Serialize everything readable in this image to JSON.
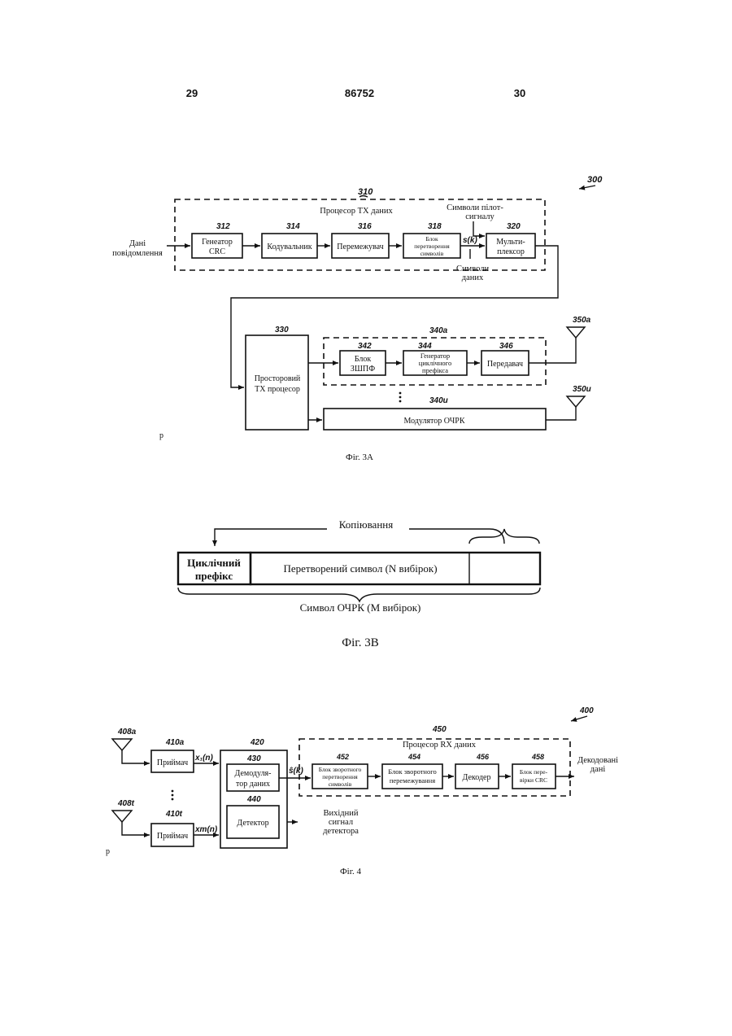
{
  "header": {
    "page_left": "29",
    "doc_number": "86752",
    "page_right": "30"
  },
  "fig3a": {
    "ref_300": "300",
    "ref_310": "310",
    "tx_data_processor": "Процесор ТХ даних",
    "pilot_line1": "Символи пілот-",
    "pilot_line2": "сигналу",
    "input_line1": "Дані",
    "input_line2": "повідомлення",
    "ref_312": "312",
    "crc_line1": "Генеатор",
    "crc_line2": "CRC",
    "ref_314": "314",
    "encoder": "Кодувальник",
    "ref_316": "316",
    "interleaver": "Перемежувач",
    "ref_318": "318",
    "mapper_line1": "Блок",
    "mapper_line2": "перетворення",
    "mapper_line3": "символів",
    "sk": "s(k)",
    "ref_320": "320",
    "mux_line1": "Мульти-",
    "mux_line2": "плексор",
    "data_sym_line1": "Символи",
    "data_sym_line2": "даних",
    "ref_330": "330",
    "spatial_line1": "Просторовий",
    "spatial_line2": "ТХ процесор",
    "ref_340a": "340a",
    "ref_342": "342",
    "ifft_line1": "Блок",
    "ifft_line2": "ЗШПФ",
    "ref_344": "344",
    "cp_line1": "Генератор",
    "cp_line2": "циклічного",
    "cp_line3": "префікса",
    "ref_346": "346",
    "transmitter": "Передавач",
    "ref_350a": "350a",
    "ref_340u": "340u",
    "ref_350u": "350u",
    "ofdm_modulator": "Модулятор ОЧРК",
    "p_mark": "p",
    "caption": "Фіг. 3A"
  },
  "fig3b": {
    "copy": "Копіювання",
    "cp_line1": "Циклічний",
    "cp_line2": "префікс",
    "transformed": "Перетворений символ (N вибірок)",
    "ofdm_symbol": "Символ ОЧРК (М вибірок)",
    "caption": "Фіг. 3B"
  },
  "fig4": {
    "ref_400": "400",
    "ref_408a": "408a",
    "ref_408t": "408t",
    "ref_410a": "410a",
    "ref_410t": "410t",
    "receiver": "Приймач",
    "x1": "x₁(n)",
    "xt": "xт(n)",
    "ref_420": "420",
    "ref_430": "430",
    "demod_line1": "Демодуля-",
    "demod_line2": "тор даних",
    "ref_440": "440",
    "detector": "Детектор",
    "det_out_line1": "Вихідний",
    "det_out_line2": "сигнал",
    "det_out_line3": "детектора",
    "shat": "ŝ(k)",
    "ref_450": "450",
    "rx_data_processor": "Процесор RX даних",
    "ref_452": "452",
    "demap_line1": "Блок зворотного",
    "demap_line2": "перетворення",
    "demap_line3": "символів",
    "ref_454": "454",
    "deint_line1": "Блок зворотного",
    "deint_line2": "перемежування",
    "ref_456": "456",
    "decoder": "Декодер",
    "ref_458": "458",
    "crcchk_line1": "Блок пере-",
    "crcchk_line2": "вірки CRC",
    "out_line1": "Декодовані",
    "out_line2": "дані",
    "p_mark": "p",
    "caption": "Фіг. 4"
  }
}
